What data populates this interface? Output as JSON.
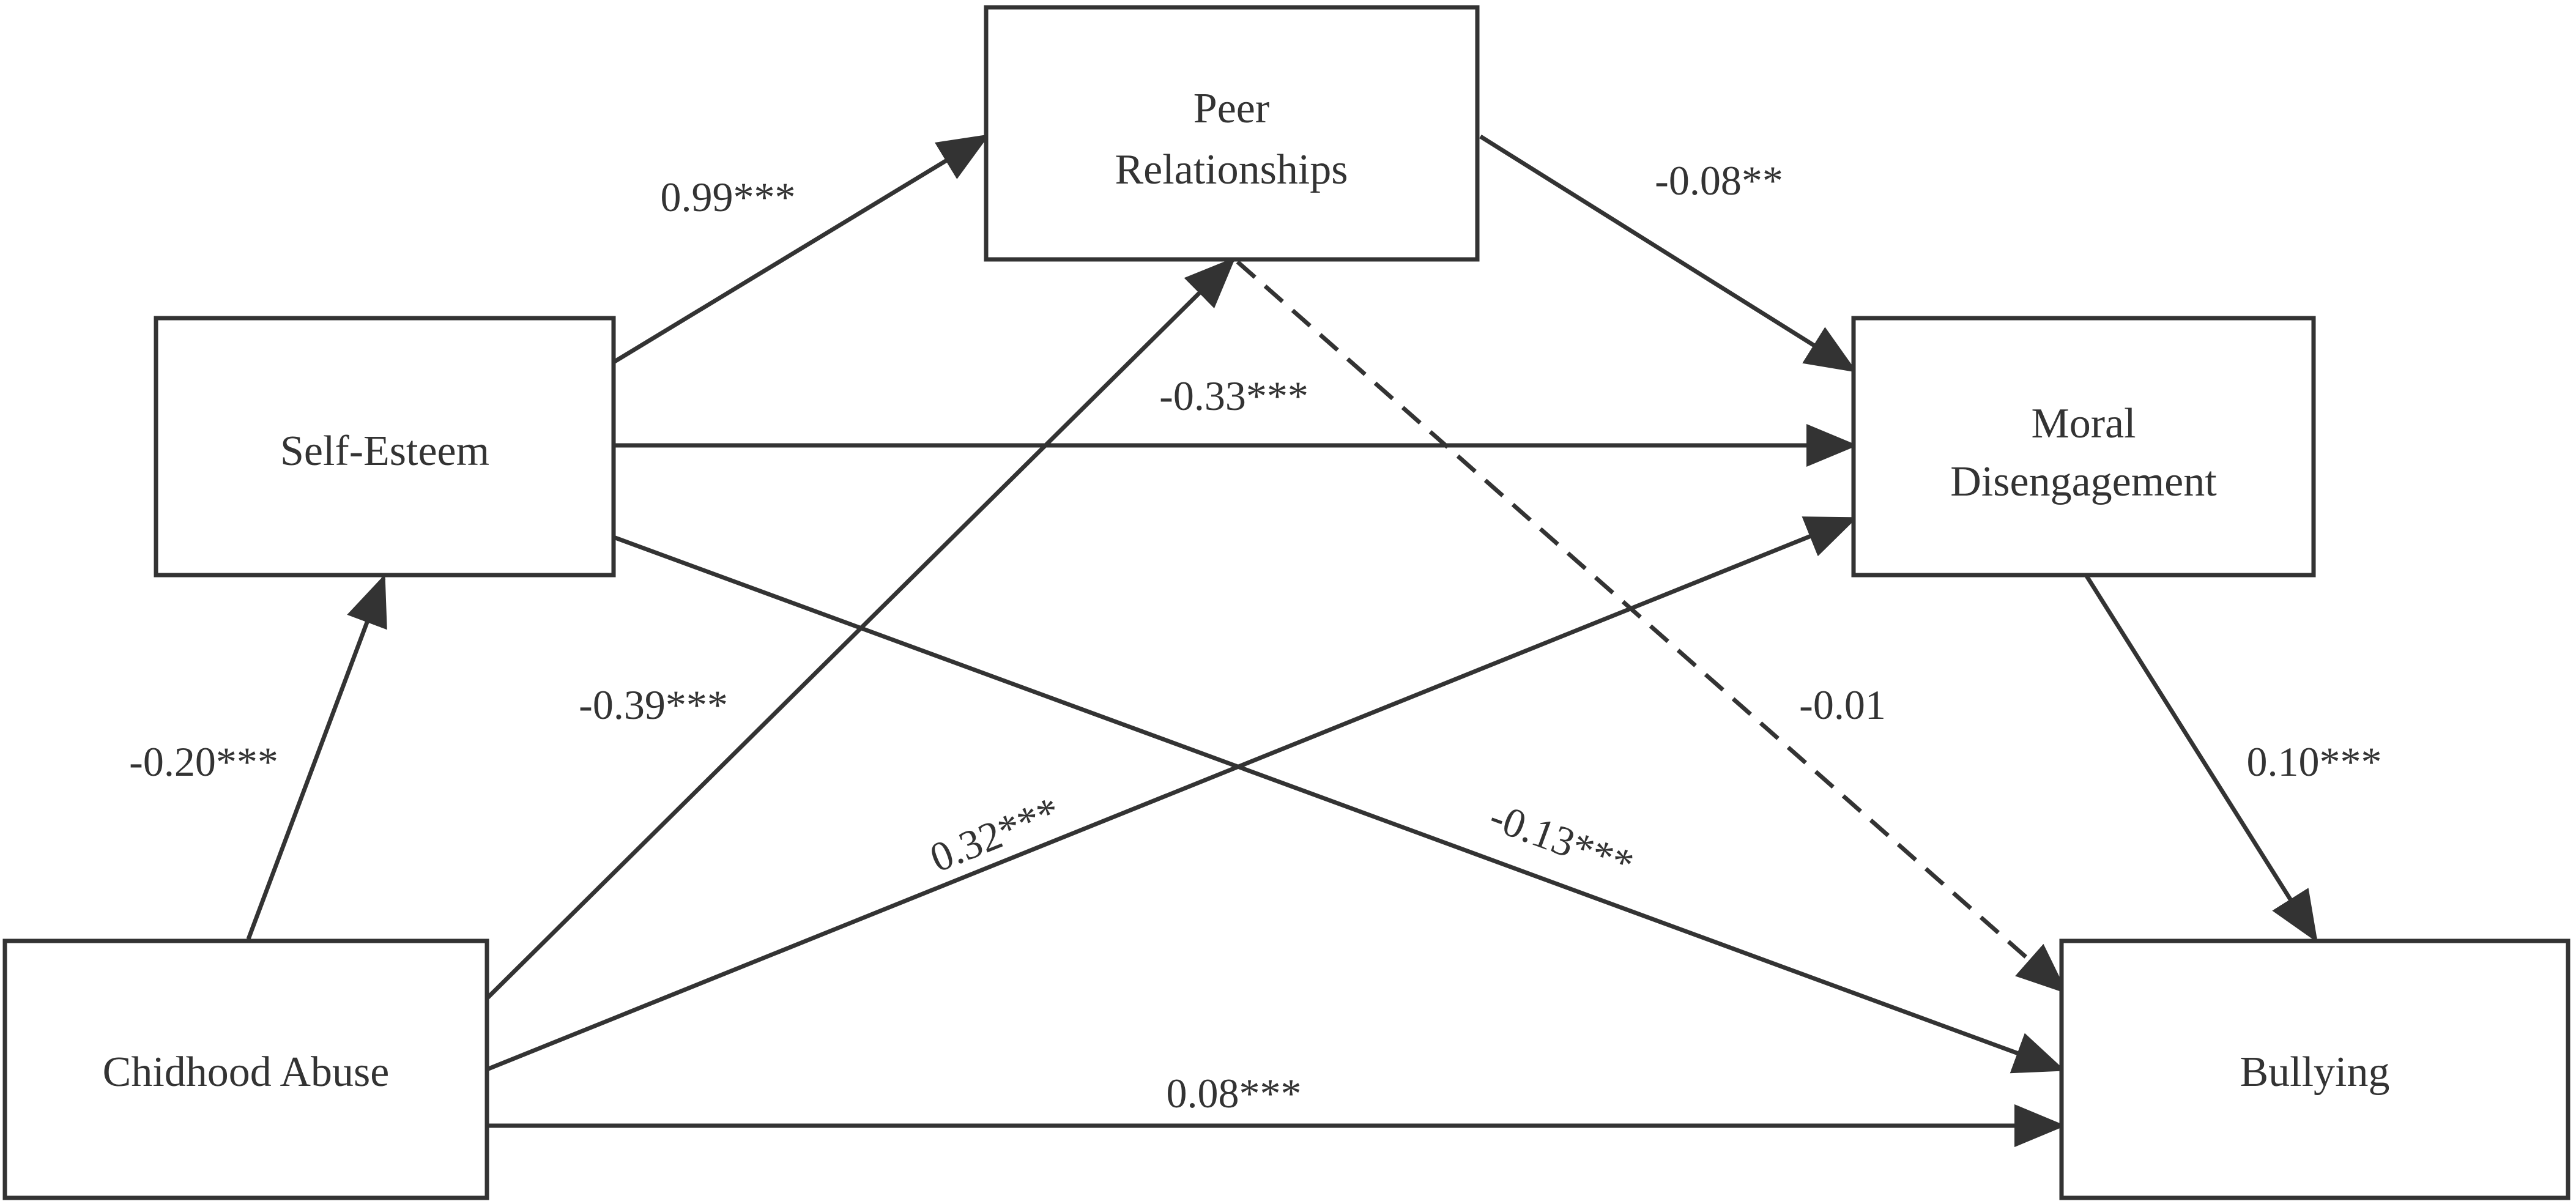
{
  "colors": {
    "stroke": "#333333",
    "background": "#ffffff"
  },
  "nodes": {
    "peer": {
      "line1": "Peer",
      "line2": "Relationships"
    },
    "self_esteem": {
      "label": "Self-Esteem"
    },
    "moral": {
      "line1": "Moral",
      "line2": "Disengagement"
    },
    "abuse": {
      "label": "Chidhood Abuse"
    },
    "bullying": {
      "label": "Bullying"
    }
  },
  "paths": {
    "self_esteem_to_peer": {
      "coefficient": "0.99***",
      "style": "solid"
    },
    "peer_to_moral": {
      "coefficient": "-0.08**",
      "style": "solid"
    },
    "self_esteem_to_moral": {
      "coefficient": "-0.33***",
      "style": "solid"
    },
    "abuse_to_self_esteem": {
      "coefficient": "-0.20***",
      "style": "solid"
    },
    "abuse_to_peer": {
      "coefficient": "-0.39***",
      "style": "solid"
    },
    "peer_to_bullying": {
      "coefficient": "-0.01",
      "style": "dashed"
    },
    "moral_to_bullying": {
      "coefficient": "0.10***",
      "style": "solid"
    },
    "abuse_to_moral": {
      "coefficient": "0.32***",
      "style": "solid"
    },
    "self_esteem_to_bullying": {
      "coefficient": "-0.13***",
      "style": "solid"
    },
    "abuse_to_bullying": {
      "coefficient": "0.08***",
      "style": "solid"
    }
  }
}
